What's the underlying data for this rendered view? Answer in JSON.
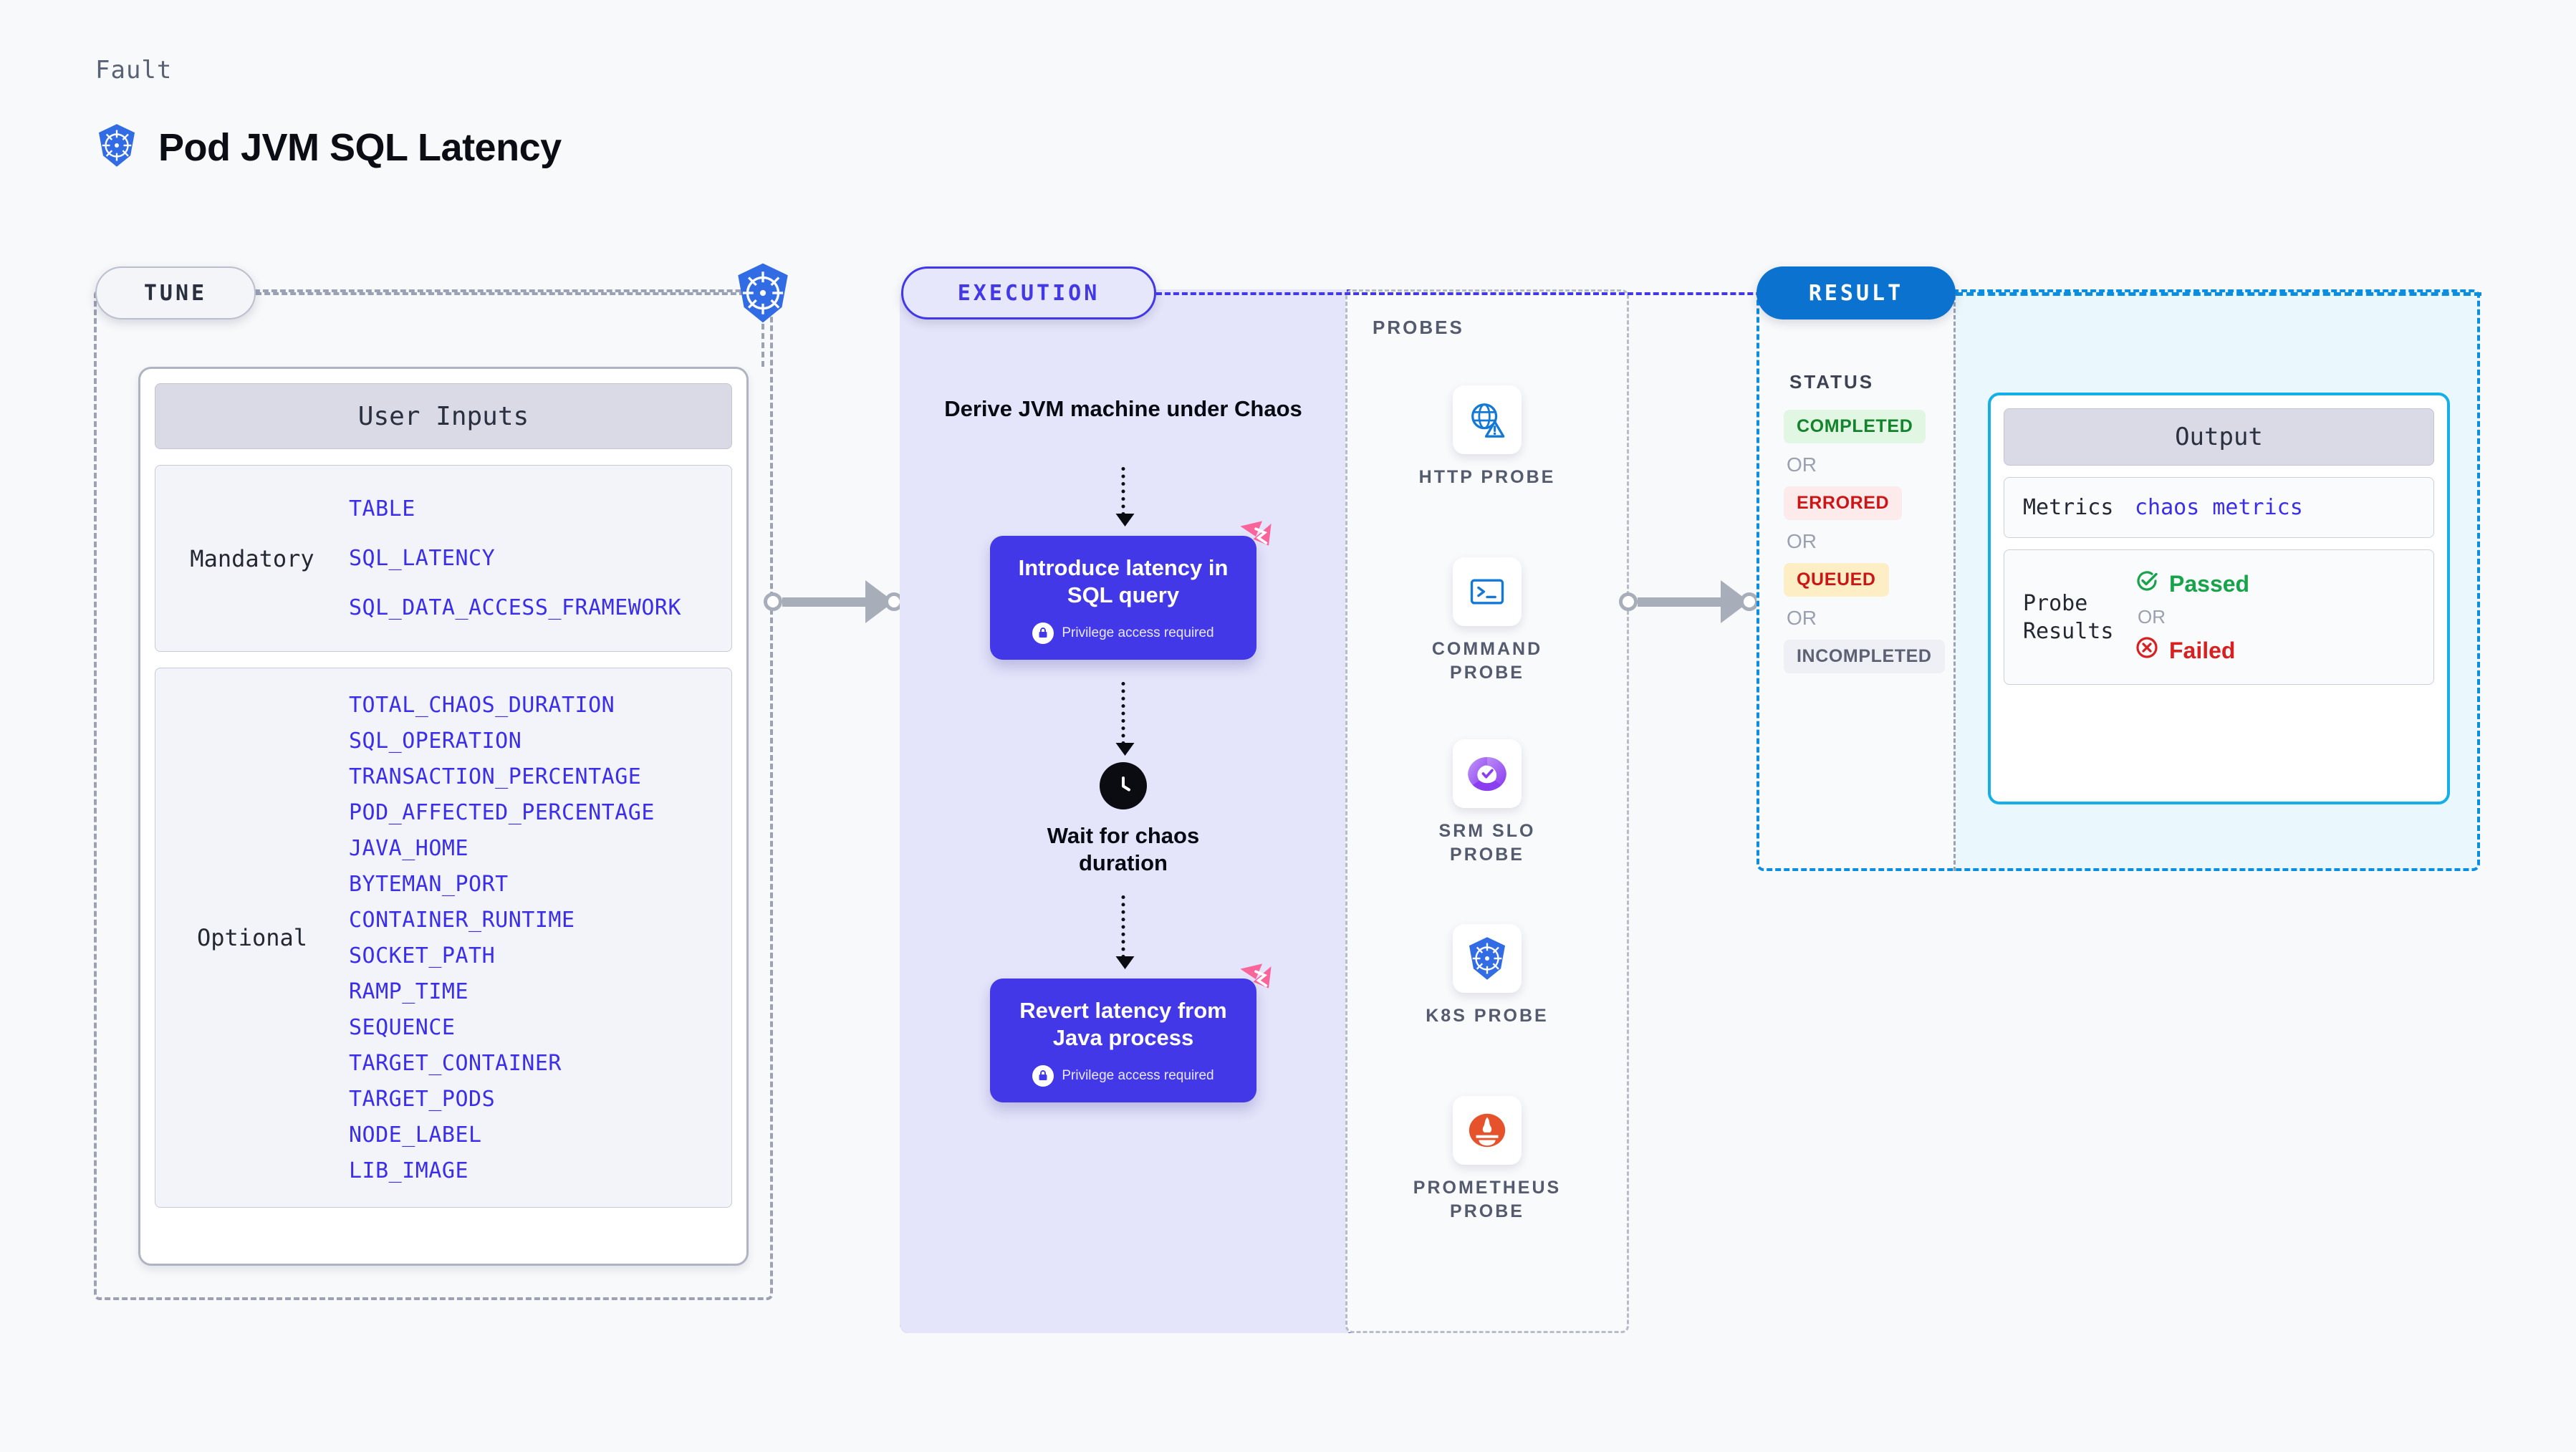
{
  "header": {
    "kicker": "Fault",
    "title": "Pod JVM SQL Latency",
    "icon": "kubernetes-icon"
  },
  "colors": {
    "page_bg": "#f8f9fb",
    "accent_purple": "#4338e8",
    "accent_blue": "#0b73cf",
    "accent_cyan": "#14aee8",
    "value_text": "#3b2ee8",
    "muted_text": "#545b6e",
    "pink_mark": "#f9649b"
  },
  "tune": {
    "badge": "TUNE",
    "k8s_icon": "kubernetes-icon",
    "card": {
      "title": "User Inputs",
      "groups": [
        {
          "label": "Mandatory",
          "values": [
            "TABLE",
            "SQL_LATENCY",
            "SQL_DATA_ACCESS_FRAMEWORK"
          ]
        },
        {
          "label": "Optional",
          "values": [
            "TOTAL_CHAOS_DURATION",
            "SQL_OPERATION",
            "TRANSACTION_PERCENTAGE",
            "POD_AFFECTED_PERCENTAGE",
            "JAVA_HOME",
            "BYTEMAN_PORT",
            "CONTAINER_RUNTIME",
            "SOCKET_PATH",
            "RAMP_TIME",
            "SEQUENCE",
            "TARGET_CONTAINER",
            "TARGET_PODS",
            "NODE_LABEL",
            "LIB_IMAGE"
          ]
        }
      ]
    }
  },
  "execution": {
    "badge": "EXECUTION",
    "steps": [
      {
        "kind": "text",
        "label": "Derive JVM machine\nunder Chaos"
      },
      {
        "kind": "card",
        "label": "Introduce latency in\nSQL query",
        "note": "Privilege access required",
        "note_icon": "lock-icon",
        "corner_icon": "litmus-mark-icon"
      },
      {
        "kind": "clock",
        "label": "Wait for chaos\nduration",
        "icon": "clock-icon"
      },
      {
        "kind": "card",
        "label": "Revert latency from\nJava process",
        "note": "Privilege access required",
        "note_icon": "lock-icon",
        "corner_icon": "litmus-mark-icon"
      }
    ]
  },
  "probes": {
    "label": "PROBES",
    "items": [
      {
        "name": "HTTP PROBE",
        "icon": "globe-warning-icon"
      },
      {
        "name": "COMMAND\nPROBE",
        "icon": "terminal-icon"
      },
      {
        "name": "SRM SLO\nPROBE",
        "icon": "srm-slo-icon"
      },
      {
        "name": "K8S PROBE",
        "icon": "kubernetes-icon"
      },
      {
        "name": "PROMETHEUS\nPROBE",
        "icon": "prometheus-icon"
      }
    ]
  },
  "result": {
    "badge": "RESULT",
    "status_label": "STATUS",
    "or_label": "OR",
    "statuses": [
      {
        "text": "COMPLETED",
        "color": "#13842b",
        "bg": "#e2f6e4"
      },
      {
        "text": "ERRORED",
        "color": "#cc1616",
        "bg": "#fdeaea"
      },
      {
        "text": "QUEUED",
        "color": "#cc1616",
        "bg": "#fdeec6"
      },
      {
        "text": "INCOMPLETED",
        "color": "#5c6273",
        "bg": "#eef0f5"
      }
    ],
    "output": {
      "title": "Output",
      "metrics_label": "Metrics",
      "metrics_value": "chaos metrics",
      "probe_results_label": "Probe\nResults",
      "passed": "Passed",
      "passed_icon": "check-circle-icon",
      "passed_color": "#16a34a",
      "or_label": "OR",
      "failed": "Failed",
      "failed_icon": "x-circle-icon",
      "failed_color": "#d92020"
    }
  }
}
